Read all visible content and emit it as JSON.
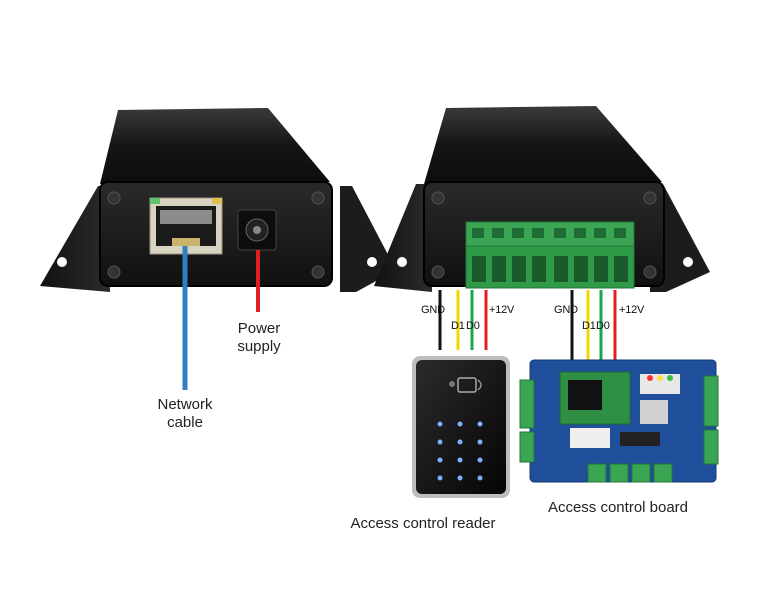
{
  "labels": {
    "network_cable": [
      "Network",
      "cable"
    ],
    "power_supply": [
      "Power",
      "supply"
    ],
    "access_control_reader": "Access control reader",
    "access_control_board": "Access control board"
  },
  "wire_labels": {
    "gnd": "GND",
    "d1": "D1",
    "d0": "D0",
    "plus12v": "+12V"
  },
  "colors": {
    "network_cable": "#2f7fc1",
    "power_wire": "#e02020",
    "gnd_wire": "#111111",
    "d1_wire": "#f2d600",
    "d0_wire": "#19a64a",
    "v12_wire": "#e02020",
    "terminal_green": "#3aa552",
    "pcb_blue": "#1f4f9a",
    "pcb_green": "#2e8f45",
    "enclosure": "#1b1b1b"
  },
  "icons": [
    "ethernet-port-icon",
    "dc-jack-icon",
    "terminal-block-icon",
    "keypad-icon",
    "rfid-card-icon"
  ]
}
